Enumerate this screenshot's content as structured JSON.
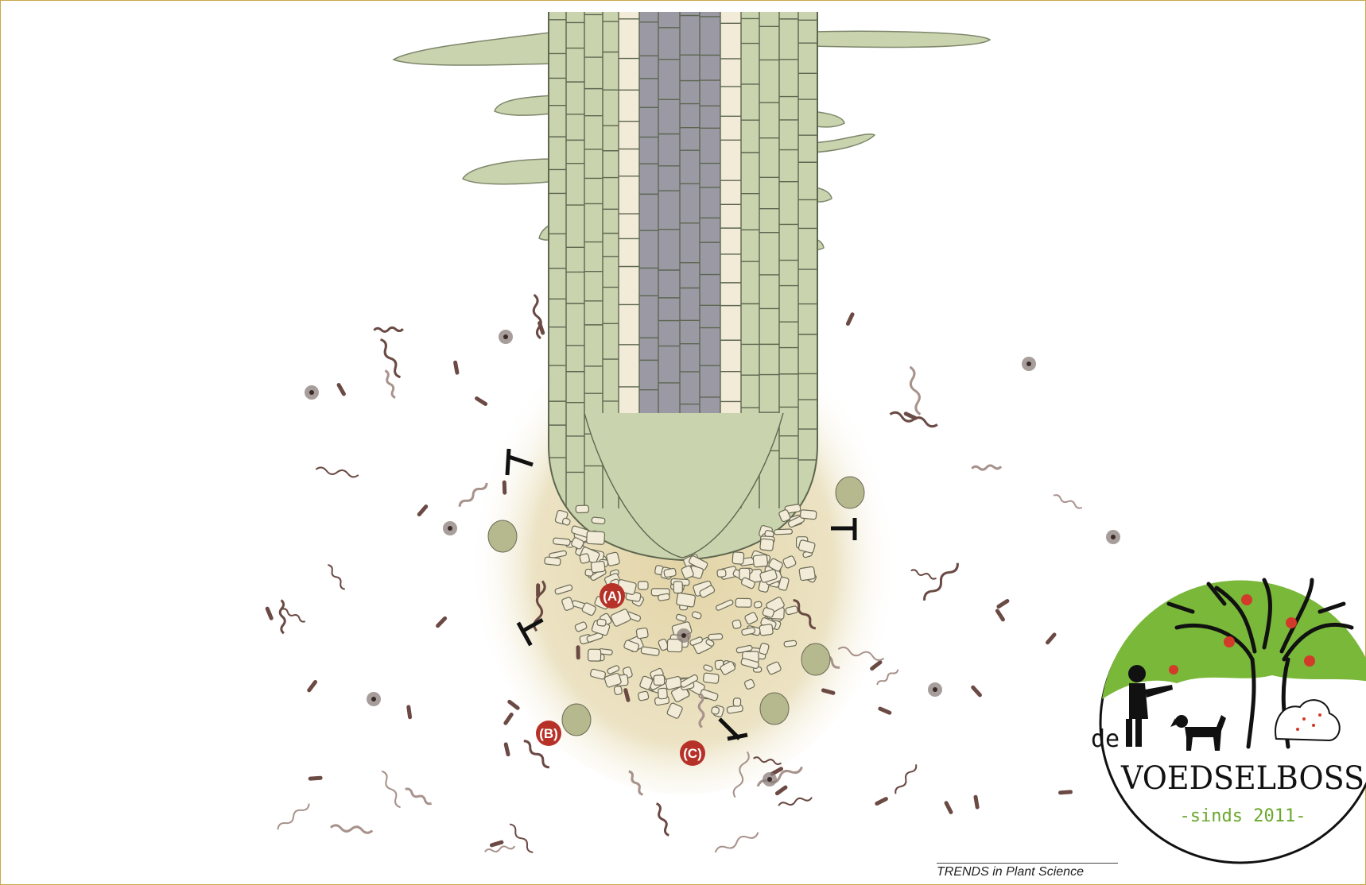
{
  "figure": {
    "labels": [
      {
        "id": "A",
        "text": "(A)"
      },
      {
        "id": "B",
        "text": "(B)"
      },
      {
        "id": "C",
        "text": "(C)"
      }
    ],
    "credit": "TRENDS in Plant Science"
  },
  "logo": {
    "prefix": "de",
    "name": "VOEDSELBOSS",
    "since": "-sinds 2011-"
  },
  "colors": {
    "root_green": "#c9d3ad",
    "root_outline": "#5d6650",
    "stele_grey": "#9a99a4",
    "cap_cream": "#f1ebd8",
    "rhizosphere": "#e8dcb6",
    "bacteria": "#6b4a44",
    "label_red": "#b63229",
    "frame_border": "#c8a84a",
    "logo_green": "#7ab83a"
  }
}
